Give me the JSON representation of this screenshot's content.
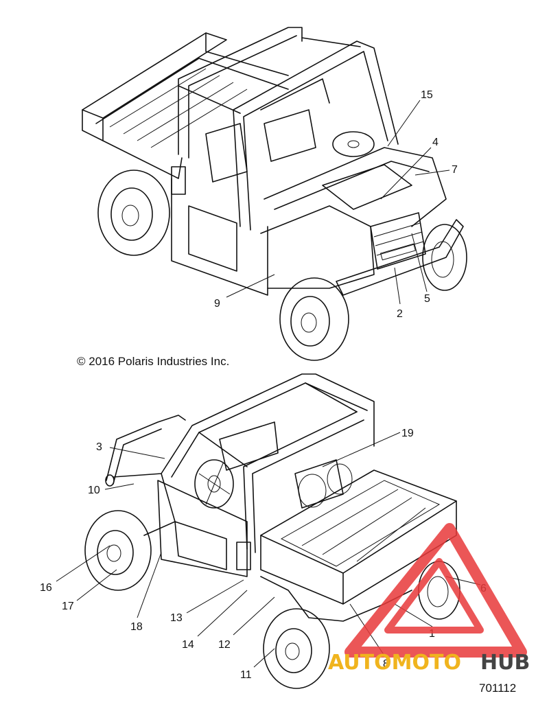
{
  "copyright": "© 2016 Polaris Industries Inc.",
  "figure_id": "701112",
  "watermark": {
    "text_part1": "AUTOMOTO",
    "text_part2": "HUB",
    "color_primary": "#e8393a",
    "color_accent": "#f0b41e",
    "color_dark": "#444444",
    "icon": "warning-triangle-logo-icon"
  },
  "callouts_top": [
    "15",
    "4",
    "7",
    "9",
    "2",
    "5"
  ],
  "callouts_bottom": [
    "3",
    "19",
    "10",
    "16",
    "17",
    "18",
    "13",
    "14",
    "12",
    "11",
    "8",
    "1",
    "6"
  ]
}
